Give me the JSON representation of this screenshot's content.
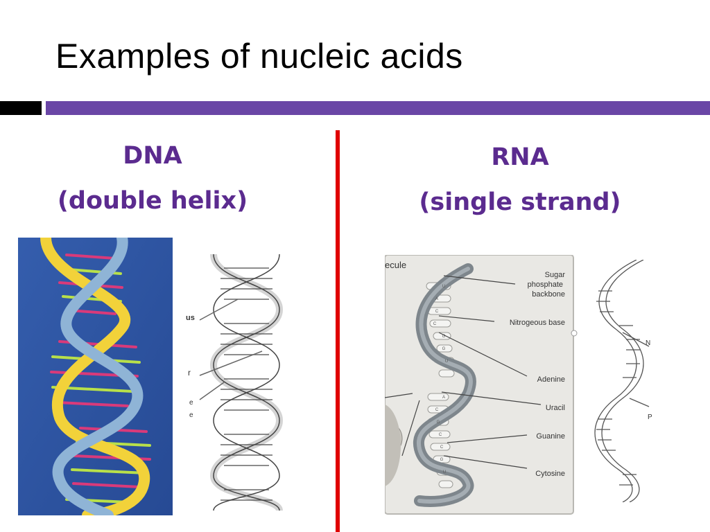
{
  "slide": {
    "title": "Examples of nucleic acids"
  },
  "left": {
    "heading": "DNA",
    "subheading": "(double helix)"
  },
  "right": {
    "heading": "RNA",
    "subheading": "(single strand)"
  },
  "rna_diagram": {
    "caption_fragment": "ecule",
    "labels": [
      "Sugar",
      "phosphate",
      "backbone",
      "Nitrogeous base",
      "Adenine",
      "Uracil",
      "Guanine",
      "Cytosine"
    ],
    "base_letters": [
      "U",
      "A",
      "C",
      "C",
      "G",
      "G",
      "U",
      "A",
      "C",
      "G",
      "C",
      "C",
      "G",
      "U"
    ]
  },
  "dna_diagram": {
    "label_fragments": [
      "us",
      "r",
      "e",
      "e"
    ]
  },
  "rna_sketch": {
    "label_fragments": [
      "N",
      "P"
    ]
  },
  "colors": {
    "accent_purple": "#6a46a6",
    "heading_purple": "#5b2b8f",
    "divider_red": "#e00000"
  }
}
